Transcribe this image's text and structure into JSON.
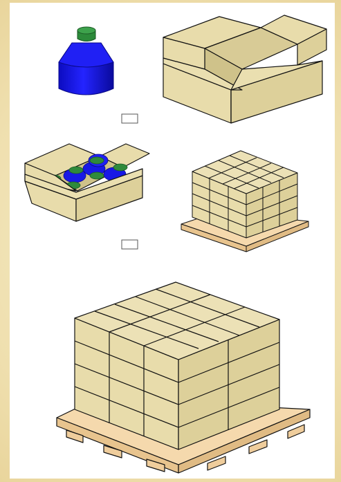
{
  "diagram": {
    "steps": [
      {
        "name": "bottle"
      },
      {
        "name": "open-empty-box"
      },
      {
        "name": "box-with-bottles"
      },
      {
        "name": "small-pallet-stack"
      },
      {
        "name": "large-pallet-stack"
      }
    ],
    "placeholders": [
      {
        "name": "placeholder-box-1"
      },
      {
        "name": "placeholder-box-2"
      }
    ],
    "colors": {
      "background": "#f1e3b4",
      "cardboard": "#e8dcab",
      "cardboard_side": "#ddd09a",
      "bottle_body": "#1515ee",
      "bottle_shade": "#0a0aa8",
      "bottle_cap": "#2f8a3c",
      "pallet_wood": "#f5d9ad",
      "outline": "#111111"
    }
  }
}
